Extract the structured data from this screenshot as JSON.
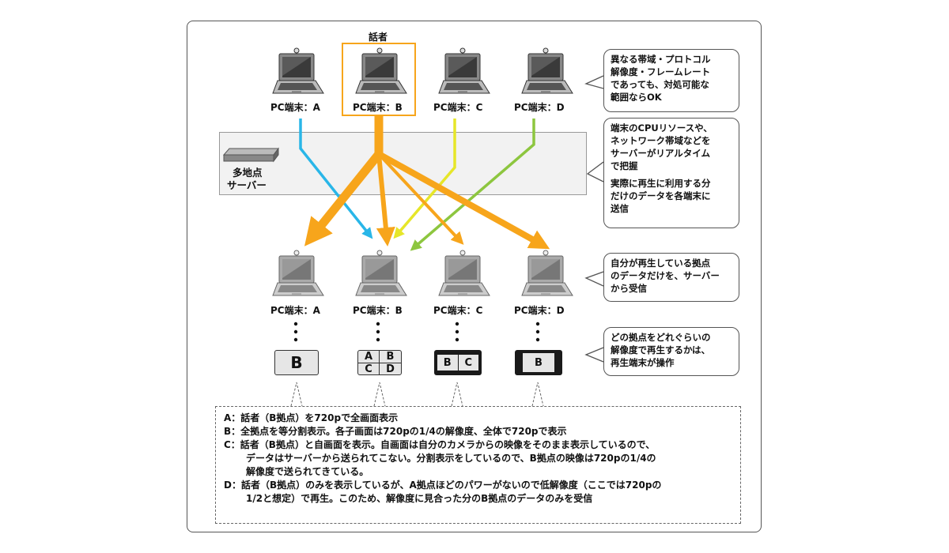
{
  "speaker_label": "話者",
  "server_label_line1": "多地点",
  "server_label_line2": "サーバー",
  "top_terminals": [
    {
      "label": "PC端末：A"
    },
    {
      "label": "PC端末：B"
    },
    {
      "label": "PC端末：C"
    },
    {
      "label": "PC端末：D"
    }
  ],
  "bottom_terminals": [
    {
      "label": "PC端末：A"
    },
    {
      "label": "PC端末：B"
    },
    {
      "label": "PC端末：C"
    },
    {
      "label": "PC端末：D"
    }
  ],
  "screens": {
    "a": "B",
    "b": [
      "A",
      "B",
      "C",
      "D"
    ],
    "c": [
      "B",
      "C"
    ],
    "d": "B"
  },
  "callouts": {
    "c1": [
      "異なる帯域・プロトコル",
      "解像度・フレームレート",
      "であっても、対処可能な",
      "範囲ならOK"
    ],
    "c2a": [
      "端末のCPUリソースや、",
      "ネットワーク帯域などを",
      "サーバーがリアルタイム",
      "で把握"
    ],
    "c2b": [
      "実際に再生に利用する分",
      "だけのデータを各端末に",
      "送信"
    ],
    "c3": [
      "自分が再生している拠点",
      "のデータだけを、サーバー",
      "から受信"
    ],
    "c4": [
      "どの拠点をどれぐらいの",
      "解像度で再生するかは、",
      "再生端末が操作"
    ]
  },
  "notes": [
    "A：話者（B拠点）を720pで全画面表示",
    "B：全拠点を等分割表示。各子画面は720pの1/4の解像度、全体で720pで表示",
    "C：話者（B拠点）と自画面を表示。自画面は自分のカメラからの映像をそのまま表示しているので、",
    "データはサーバーから送られてこない。分割表示をしているので、B拠点の映像は720pの1/4の",
    "解像度で送られてきている。",
    "D：話者（B拠点）のみを表示しているが、A拠点ほどのパワーがないので低解像度（ここでは720pの",
    "1/2と想定）で再生。このため、解像度に見合った分のB拠点のデータのみを受信"
  ],
  "colors": {
    "orange": "#f7a51b",
    "blue": "#29b6e8",
    "yellow": "#e6e629",
    "green": "#8dc63f",
    "dark": "#1a1a1a",
    "screen_gray": "#e6e6e6"
  }
}
